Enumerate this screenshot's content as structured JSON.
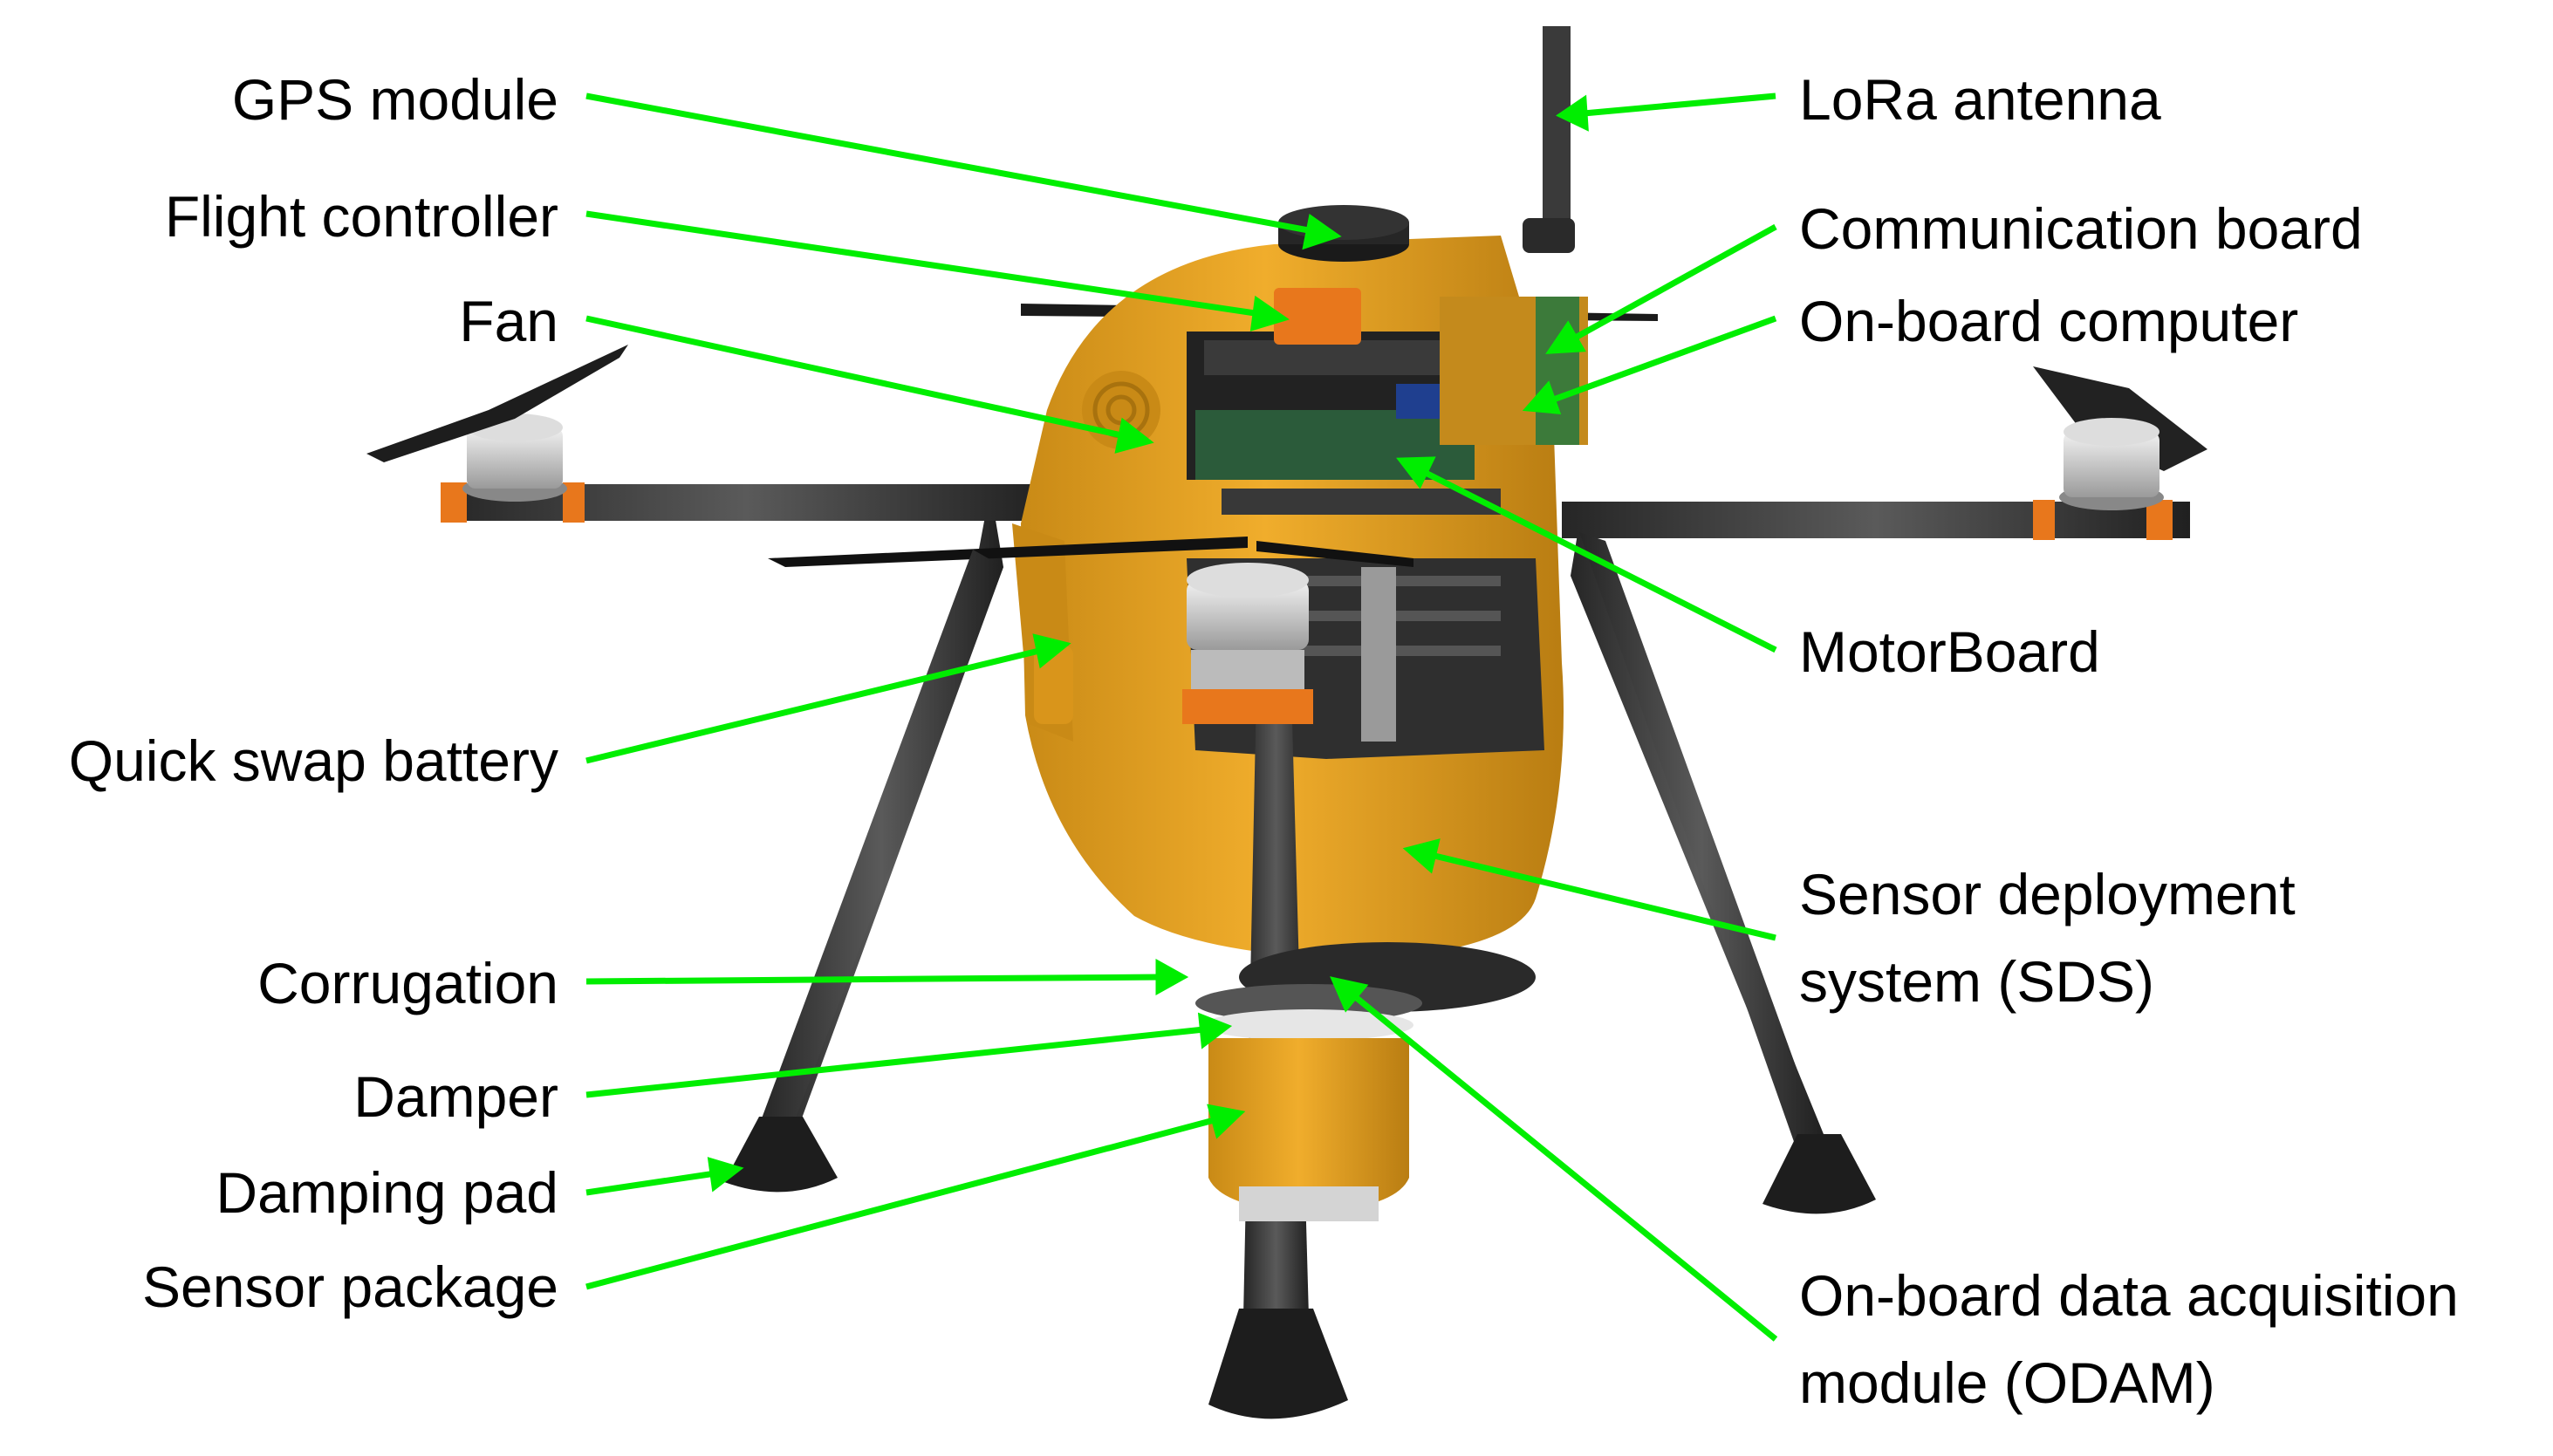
{
  "labels": {
    "gps_module": "GPS module",
    "flight_controller": "Flight controller",
    "fan": "Fan",
    "quick_swap_battery": "Quick swap battery",
    "corrugation": "Corrugation",
    "damper": "Damper",
    "damping_pad": "Damping pad",
    "sensor_package": "Sensor package",
    "lora_antenna": "LoRa antenna",
    "communication_board": "Communication board",
    "onboard_computer": "On-board computer",
    "motorboard": "MotorBoard",
    "sds_line1": "Sensor deployment",
    "sds_line2": "system (SDS)",
    "odam_line1": "On-board data acquisition",
    "odam_line2": "module (ODAM)"
  },
  "colors": {
    "leader_line": "#00ee00",
    "body": "#e9a21f",
    "body_shade": "#c98a16",
    "carbon": "#3b3b3b",
    "accent_orange": "#e8771c",
    "pad": "#1d1d1d"
  }
}
